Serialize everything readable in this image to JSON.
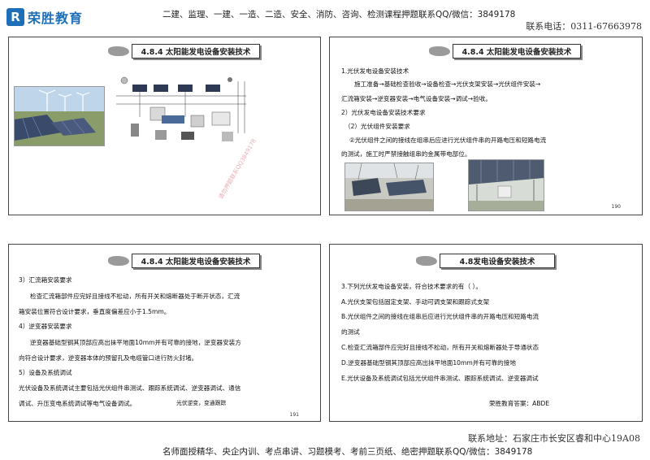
{
  "brand": {
    "logo_text": "荣胜教育",
    "logo_mark": "R"
  },
  "top_banner": "二建、监理、一建、一造、二造、安全、消防、咨询、检测课程押题联系QQ/微信：3849178",
  "top_phone": "联系电话：0311-67663978",
  "bottom_address": "联系地址：石家庄市长安区睿和中心19A08",
  "bottom_banner": "名师面授精华、央企内训、考点串讲、习题模考、考前三页纸、绝密押题联系QQ/微信：3849178",
  "slides": {
    "s1": {
      "header": "4.8.4 太阳能发电设备安装技术",
      "watermark": "请勿押题联系QQ3849178"
    },
    "s2": {
      "header": "4.8.4 太阳能发电设备安装技术",
      "lines": [
        "1.光伏发电设备安装技术",
        "施工准备→基础检查验收→设备检查→光伏支架安装→光伏组件安装→",
        "汇流箱安装→逆变器安装→电气设备安装→调试→验收。",
        "2）光伏发电设备安装技术要求",
        "（2）光伏组件安装要求",
        "②光伏组件之间的接线在组串后应进行光伏组件串的开路电压和短路电流",
        "的测试，施工时严禁接触组串的金属带电部位。"
      ],
      "page": "190"
    },
    "s3": {
      "header": "4.8.4 太阳能发电设备安装技术",
      "lines": [
        "3）汇流箱安装要求",
        "检查汇流箱部件应完好且接线不松动，所有开关和熔断器处于断开状态，汇流",
        "箱安装位置符合设计要求，垂直度偏差应小于1.5mm。",
        "4）逆变器安装要求",
        "逆变器基础型钢其顶部应高出抹平地面10mm并有可靠的接地，逆变器安装方",
        "向符合设计要求，逆变器本体的预留孔及电缆管口进行防火封堵。",
        "5）设备及系统调试",
        "光伏设备及系统调试主要包括光伏组件串测试、跟踪系统调试、逆变器调试、通信",
        "调试、升压变电系统调试等电气设备调试。"
      ],
      "note": "光伏逆变，变通跟踪",
      "page": "191"
    },
    "s4": {
      "header": "4.8发电设备安装技术",
      "lines": [
        "3.下列光伏发电设备安装，符合技术要求的有（  ）。",
        "A.光伏支架包括固定支架、手动可调支架和跟踪式支架",
        "B.光伏组件之间的接线在组串后应进行光伏组件串的开路电压和短路电流",
        "的测试",
        "C.检查汇流箱部件应完好且接线不松动，所有开关和熔断器处于导通状态",
        "D.逆变器基础型钢其顶部应高出抹平地面10mm并有可靠的接地",
        "E.光伏设备及系统调试包括光伏组件串测试、跟踪系统调试、逆变器调试"
      ],
      "answer": "荣胜教育答案：ABDE"
    }
  },
  "colors": {
    "brand_blue": "#1f6fb8",
    "watermark_pink": "#e39aa0"
  }
}
